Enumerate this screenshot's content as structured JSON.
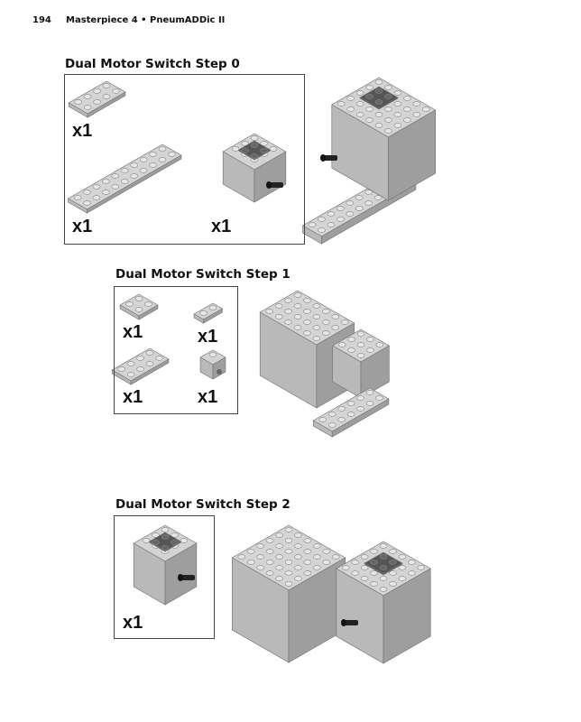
{
  "header": {
    "page_number": "194",
    "running_title": "Masterpiece 4 • PneumADDic II"
  },
  "steps": [
    {
      "title": "Dual Motor Switch Step 0",
      "parts": [
        {
          "qty": "x1"
        },
        {
          "qty": "x1"
        },
        {
          "qty": "x1"
        }
      ]
    },
    {
      "title": "Dual Motor Switch Step 1",
      "parts": [
        {
          "qty": "x1"
        },
        {
          "qty": "x1"
        },
        {
          "qty": "x1"
        },
        {
          "qty": "x1"
        }
      ]
    },
    {
      "title": "Dual Motor Switch Step 2",
      "parts": [
        {
          "qty": "x1"
        }
      ]
    }
  ]
}
